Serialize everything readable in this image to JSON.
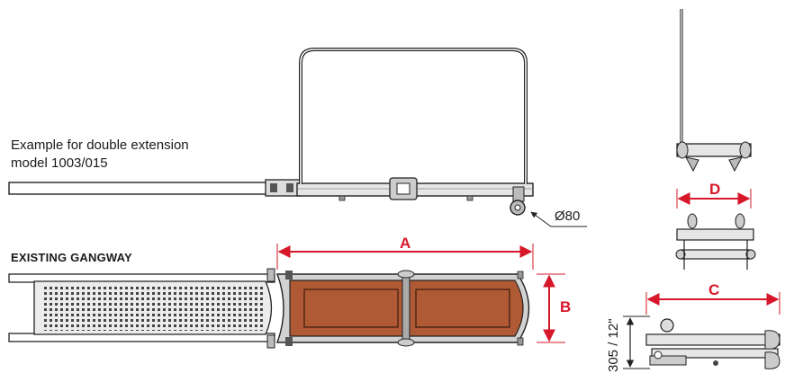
{
  "caption": {
    "line1": "Example for double extension",
    "line2": "model 1003/015"
  },
  "section_heading": "EXISTING GANGWAY",
  "wheel_label": "Ø80",
  "dimensions": {
    "a": "A",
    "b": "B",
    "c": "C",
    "d": "D",
    "height": "305 / 12\""
  },
  "colors": {
    "dimension": "#d6182a",
    "deck": "#b05a35",
    "frame": "#c8c8c8",
    "outline": "#222222"
  }
}
